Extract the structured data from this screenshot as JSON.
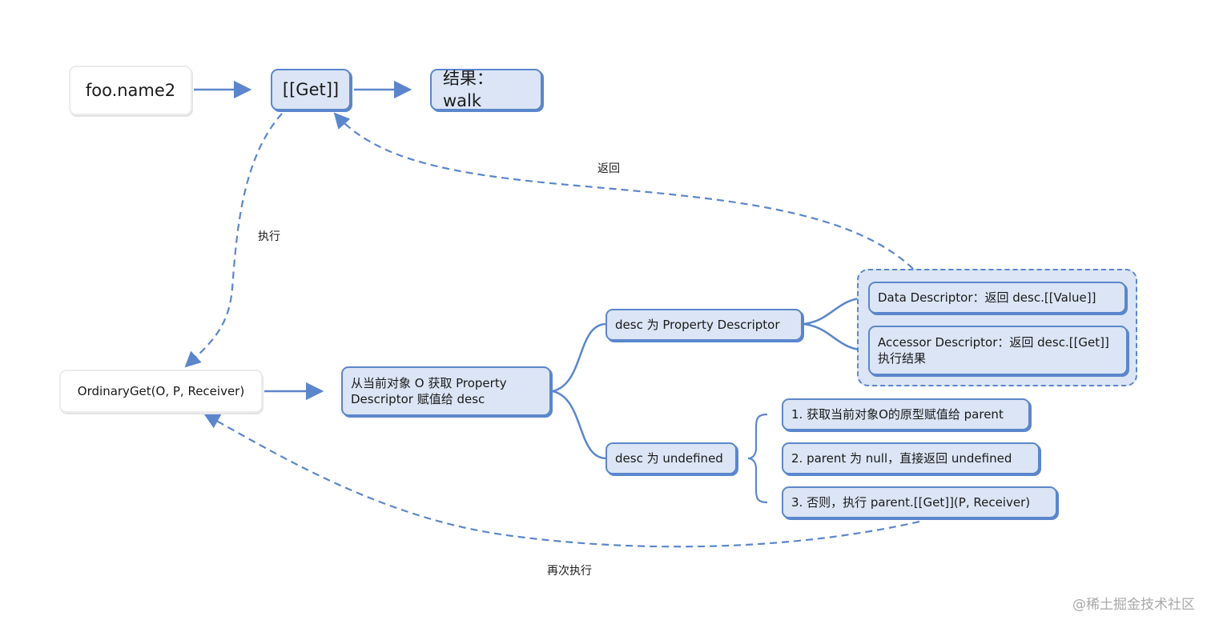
{
  "colors": {
    "accent": "#5b86cc",
    "node_fill": "#dbe5f5",
    "plain_border": "#ececec"
  },
  "nodes": {
    "foo_name2": "foo.name2",
    "get": "[[Get]]",
    "result": "结果：walk",
    "ordinary_get": "OrdinaryGet(O, P, Receiver)",
    "get_descriptor": "从当前对象 O 获取 Property Descriptor 赋值给 desc",
    "desc_property": "desc 为 Property Descriptor",
    "desc_undefined": "desc 为 undefined",
    "data_descriptor": "Data Descriptor：返回 desc.[[Value]]",
    "accessor_descriptor": "Accessor Descriptor：返回 desc.[[Get]] 执行结果",
    "step1": "1. 获取当前对象O的原型赋值给 parent",
    "step2": "2. parent 为 null，直接返回 undefined",
    "step3": "3. 否则，执行 parent.[[Get]](P, Receiver)"
  },
  "edge_labels": {
    "return": "返回",
    "execute": "执行",
    "execute_again": "再次执行"
  },
  "watermark": "@稀土掘金技术社区"
}
